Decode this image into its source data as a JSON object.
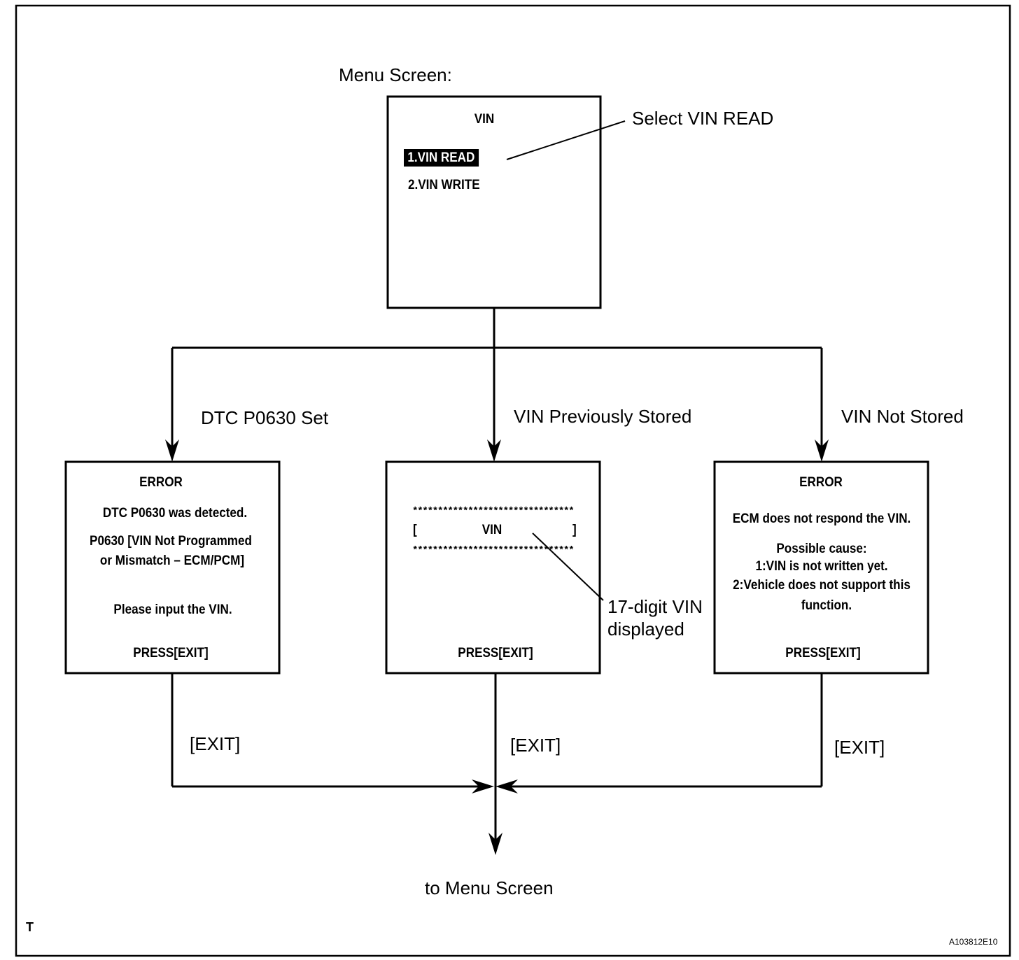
{
  "labels": {
    "menu_screen": "Menu Screen:",
    "select_vin_read": "Select VIN READ",
    "branch_dtc": "DTC P0630 Set",
    "branch_previously_stored": "VIN Previously Stored",
    "branch_not_stored": "VIN Not Stored",
    "vin_callout_line1": "17-digit VIN",
    "vin_callout_line2": "displayed",
    "exit_left": "[EXIT]",
    "exit_middle": "[EXIT]",
    "exit_right": "[EXIT]",
    "to_menu": "to Menu Screen",
    "corner_mark": "T",
    "figure_id": "A103812E10"
  },
  "menu_box": {
    "title": "VIN",
    "items": [
      "1.VIN READ",
      "2.VIN WRITE"
    ],
    "selected_index": 0
  },
  "error_dtc_box": {
    "title": "ERROR",
    "line1": "DTC P0630 was detected.",
    "line2": "P0630  [VIN Not Programmed",
    "line3": "or Mismatch – ECM/PCM]",
    "line4": "Please input the VIN.",
    "footer": "PRESS[EXIT]"
  },
  "vin_box": {
    "stars_top": "********************************",
    "bracket_left": "[",
    "vin_label": "VIN",
    "bracket_right": "]",
    "stars_bottom": "********************************",
    "footer": "PRESS[EXIT]"
  },
  "error_ecm_box": {
    "title": "ERROR",
    "line1": "ECM does not respond the VIN.",
    "line2": "Possible cause:",
    "line3": "1:VIN is not written yet.",
    "line4": "2:Vehicle does not support this",
    "line5": "function.",
    "footer": "PRESS[EXIT]"
  }
}
